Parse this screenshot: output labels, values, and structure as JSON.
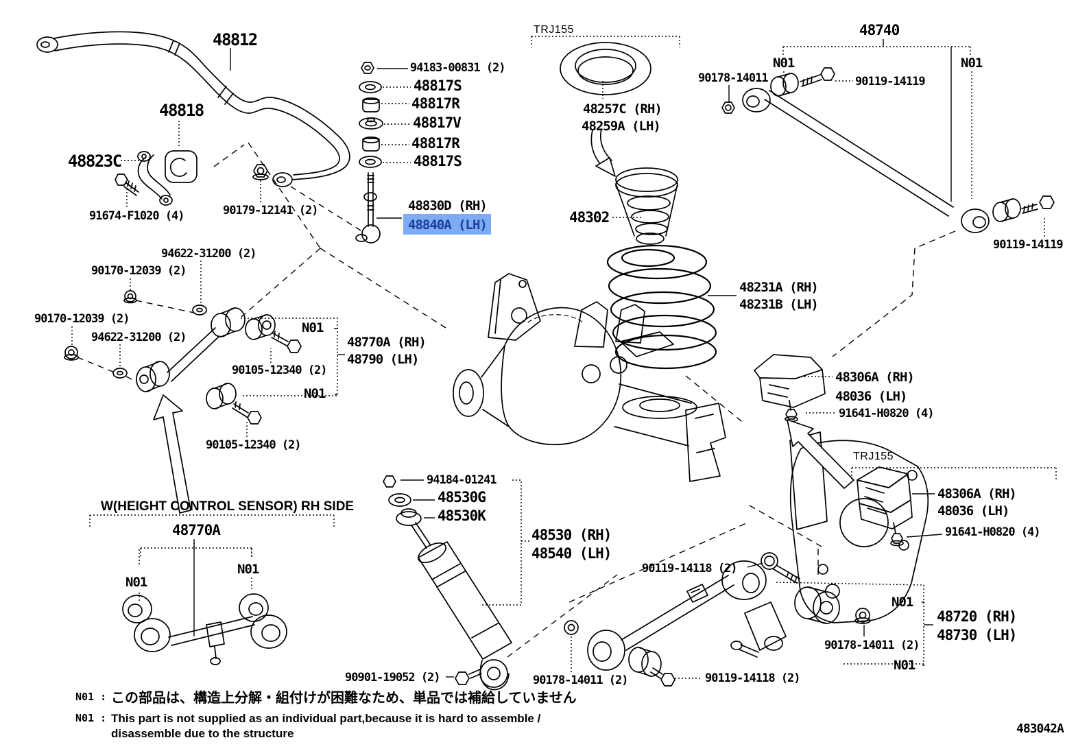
{
  "figure_code": "483042A",
  "highlight": {
    "selected_part": "48840A (LH)",
    "background": "#7EACF2",
    "text_color": "#1C3F9E"
  },
  "labels": {
    "stabilizer_bar": "48812",
    "nut_94183": "94183-00831 (2)",
    "retainer_48817s_upper": "48817S",
    "cushion_48817r_upper": "48817R",
    "retainer_48817v": "48817V",
    "cushion_48817r_lower": "48817R",
    "retainer_48817s_lower": "48817S",
    "bushing_48818": "48818",
    "bracket_48823c": "48823C",
    "screw_91674": "91674-F1020 (4)",
    "nut_90179": "90179-12141 (2)",
    "link_48830d_rh": "48830D (RH)",
    "link_48840a_lh": "48840A (LH)",
    "trj155_top": "TRJ155",
    "trj155_mid": "TRJ155",
    "insulator_48257c_rh": "48257C (RH)",
    "insulator_48259a_lh": "48259A (LH)",
    "insulator_48302": "48302",
    "rod_48740": "48740",
    "n01": "N01",
    "nut_90178_top": "90178-14011",
    "bolt_90119_top": "90119-14119",
    "bolt_90119_right": "90119-14119",
    "spring_48231a_rh": "48231A (RH)",
    "spring_48231b_lh": "48231B (LH)",
    "bumper_48306a_rh_1": "48306A (RH)",
    "bumper_48036_lh_1": "48036 (LH)",
    "bolt_91641_1": "91641-H0820 (4)",
    "bumper_48306a_rh_2": "48306A (RH)",
    "bumper_48036_lh_2": "48036 (LH)",
    "bolt_91641_2": "91641-H0820 (4)",
    "washer_94622_1": "94622-31200 (2)",
    "nut_90170_1": "90170-12039 (2)",
    "nut_90170_2": "90170-12039 (2)",
    "washer_94622_2": "94622-31200 (2)",
    "bolt_90105_1": "90105-12340 (2)",
    "bolt_90105_2": "90105-12340 (2)",
    "arm_48770a_rh": "48770A (RH)",
    "arm_48790_lh": "48790 (LH)",
    "height_sensor_note": "W(HEIGHT CONTROL SENSOR) RH SIDE",
    "arm_48770a_variant": "48770A",
    "nut_94184": "94184-01241",
    "cushion_48530g": "48530G",
    "cushion_48530k": "48530K",
    "shock_48530_rh": "48530 (RH)",
    "shock_48540_lh": "48540 (LH)",
    "bolt_90901": "90901-19052 (2)",
    "bolt_90119_lower_upper": "90119-14118 (2)",
    "bolt_90119_lower_lower": "90119-14118 (2)",
    "nut_90178_center": "90178-14011 (2)",
    "nut_90178_right": "90178-14011 (2)",
    "rod_48720_rh": "48720 (RH)",
    "rod_48730_lh": "48730 (LH)"
  },
  "notes": {
    "marker": "N01 :",
    "japanese": "この部品は、構造上分解・組付けが困難なため、単品では補給していません",
    "english_line1": "This part is not supplied as an individual part,because it is hard to assemble /",
    "english_line2": "disassemble due to the structure"
  }
}
